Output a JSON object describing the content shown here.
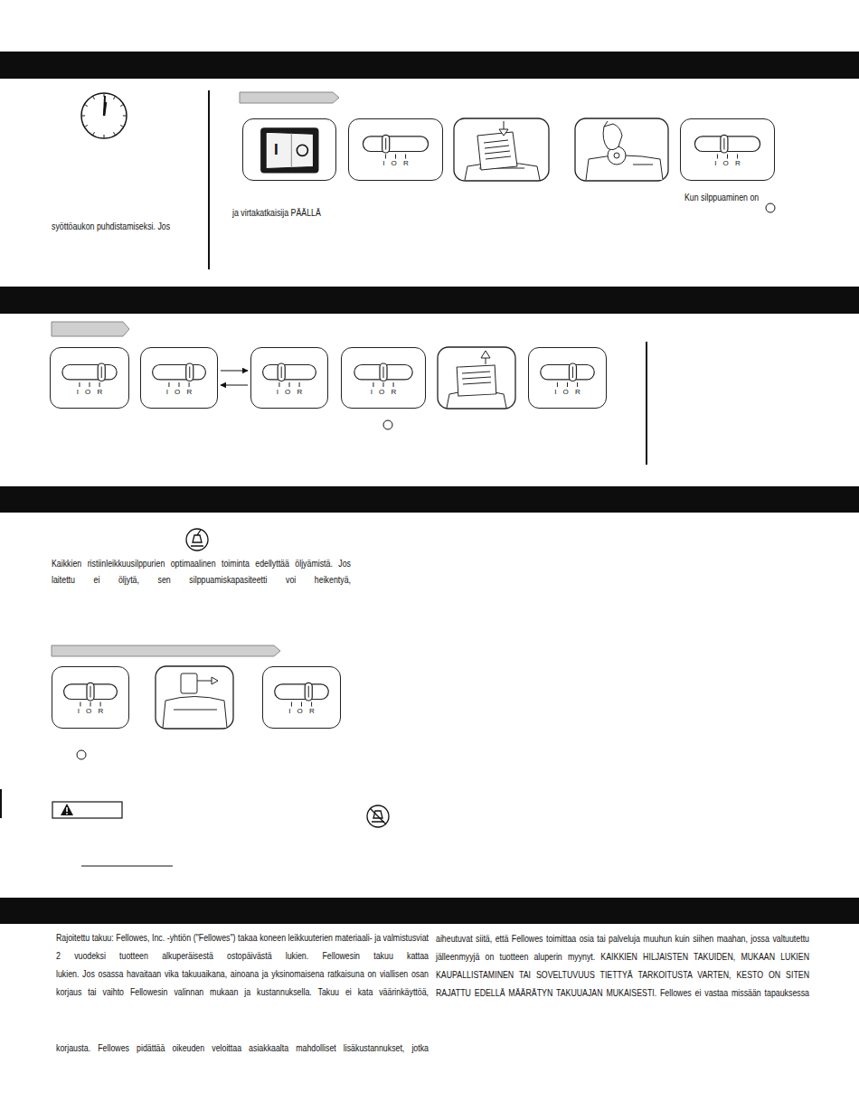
{
  "diagram": {
    "nodes": [
      {
        "text": [
          "I"
        ]
      },
      {
        "text": [
          "I O R"
        ]
      },
      {
        "text": [
          "I O R"
        ]
      },
      {
        "text": [
          "I O R"
        ]
      },
      {
        "text": [
          "I O R"
        ]
      },
      {
        "text": [
          "I O R"
        ]
      },
      {
        "text": [
          "I O R"
        ]
      },
      {
        "text": [
          "I O R"
        ]
      },
      {
        "text": [
          "I O R"
        ]
      },
      {
        "text": [
          "I O R"
        ]
      }
    ],
    "edges": [
      {
        "from": 4,
        "to": 5,
        "arrow": "to"
      },
      {
        "from": 5,
        "to": 4,
        "arrow": "to"
      }
    ],
    "labels": [
      "syöttöaukon puhdistamiseksi. Jos",
      "ja virtakatkaisija PÄÄLLÄ",
      "Kun silppuaminen on",
      "Kaikkien ristiinleikkuusilppurien optimaalinen toiminta edellyttää öljyämistä. Jos laitettu ei öljytä, sen silppuamiskapasiteetti voi heikentyä,",
      "Rajoitettu takuu: Fellowes, Inc. -yhtiön (\"Fellowes\") takaa koneen leikkuuterien materiaali- ja valmistusviat 2 vuodeksi tuotteen alkuperäisestä ostopäivästä lukien.  Fellowesin takuu kattaa",
      "lukien. Jos osassa havaitaan vika takuuaikana, ainoana ja yksinomaisena ratkaisuna on viallisen osan korjaus tai vaihto Fellowesin valinnan mukaan ja kustannuksella. Takuu ei kata väärinkäyttöä,",
      "korjausta. Fellowes pidättää oikeuden veloittaa asiakkaalta mahdolliset lisäkustannukset, jotka",
      "aiheutuvat siitä, että Fellowes toimittaa osia tai palveluja muuhun kuin siihen maahan, jossa valtuutettu jälleenmyyjä on tuotteen aluperin myynyt. KAIKKIEN HILJAISTEN TAKUIDEN, MUKAAN LUKIEN KAUPALLISTAMINEN TAI SOVELTUVUUS TIETTYÄ TARKOITUSTA VARTEN, KESTO ON SITEN RAJATTU EDELLÄ MÄÄRÄTYN TAKUUAJAN MUKAISESTI. Fellowes ei vastaa missään tapauksessa"
    ]
  }
}
